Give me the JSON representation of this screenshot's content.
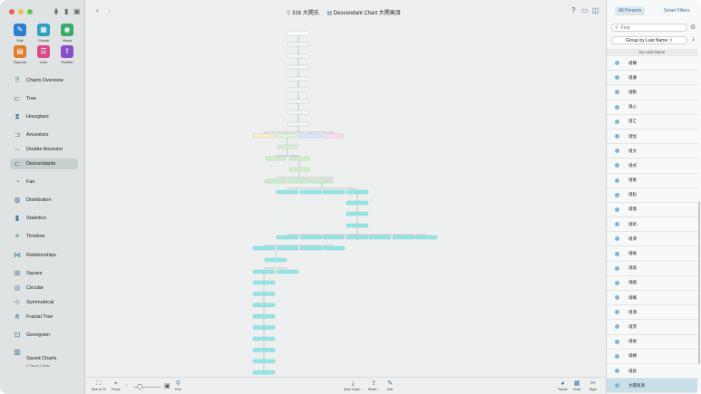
{
  "window": {
    "title_prefix": "⚲",
    "title_name": "316 大閔氏",
    "chart_title": "Descendant Chart 大閔高濟"
  },
  "sidebar": {
    "toolbar_icons": [
      "tag-icon",
      "bookmark-icon",
      "window-icon"
    ],
    "quick_actions": [
      {
        "label": "Edit",
        "icon": "pencil-icon",
        "color": "#2f7fd0",
        "glyph": "✎"
      },
      {
        "label": "Charts",
        "icon": "charts-icon",
        "color": "#2f9fc0",
        "glyph": "▦"
      },
      {
        "label": "Views",
        "icon": "eye-icon",
        "color": "#3aaa6a",
        "glyph": "◉"
      },
      {
        "label": "Reports",
        "icon": "reports-icon",
        "color": "#e07e2e",
        "glyph": "▤"
      },
      {
        "label": "Lists",
        "icon": "lists-icon",
        "color": "#d84a8a",
        "glyph": "☰"
      },
      {
        "label": "Publish",
        "icon": "publish-icon",
        "color": "#8a4fc8",
        "glyph": "⇪"
      }
    ],
    "items": [
      {
        "label": "Charts Overview",
        "icon": "grid-icon",
        "glyph": "⠿"
      },
      {
        "label": "Tree",
        "icon": "tree-icon",
        "glyph": "⊏"
      },
      {
        "label": "Hourglass",
        "icon": "hourglass-icon",
        "glyph": "⧗"
      },
      {
        "label": "Ancestors",
        "icon": "ancestors-icon",
        "glyph": "⊐"
      },
      {
        "label": "Double Ancestor",
        "icon": "double-ancestor-icon",
        "glyph": "⇔"
      },
      {
        "label": "Descendants",
        "icon": "descendants-icon",
        "glyph": "⊏"
      },
      {
        "label": "Fan",
        "icon": "fan-icon",
        "glyph": "◔"
      },
      {
        "label": "Distribution",
        "icon": "distribution-icon",
        "glyph": "◍"
      },
      {
        "label": "Statistics",
        "icon": "statistics-icon",
        "glyph": "▮"
      },
      {
        "label": "Timeline",
        "icon": "timeline-icon",
        "glyph": "≡"
      },
      {
        "label": "Relationships",
        "icon": "relationships-icon",
        "glyph": "⋈"
      },
      {
        "label": "Square",
        "icon": "square-icon",
        "glyph": "⊞"
      },
      {
        "label": "Circular",
        "icon": "circular-icon",
        "glyph": "◎"
      },
      {
        "label": "Symmetrical",
        "icon": "symmetrical-icon",
        "glyph": "⊹"
      },
      {
        "label": "Fractal Tree",
        "icon": "fractal-tree-icon",
        "glyph": "⋔"
      },
      {
        "label": "Genogram",
        "icon": "genogram-icon",
        "glyph": "⊡"
      },
      {
        "label": "Saved Charts",
        "icon": "saved-charts-icon",
        "glyph": "▥",
        "sub": "0 Saved Charts"
      }
    ],
    "selected": "Descendants"
  },
  "topbar": {
    "back": "‹",
    "forward": "›",
    "help": "?",
    "icons": [
      "help-icon",
      "window-icon",
      "sidebar-right-icon"
    ]
  },
  "bottombar": {
    "left": [
      {
        "label": "Size to Fit",
        "icon": "size-to-fit-icon",
        "glyph": "⛶"
      },
      {
        "label": "Focus",
        "icon": "focus-icon",
        "glyph": "⌖"
      }
    ],
    "find": {
      "label": "Find",
      "glyph": "⚲"
    },
    "zoom": {
      "level": 0.22
    },
    "middle": [
      {
        "label": "Save Chart...",
        "icon": "save-chart-icon",
        "glyph": "⤓"
      },
      {
        "label": "Share...",
        "icon": "share-icon",
        "glyph": "⇪"
      },
      {
        "label": "Edit",
        "icon": "edit-icon",
        "glyph": "✎"
      }
    ],
    "right": [
      {
        "label": "Theme",
        "icon": "theme-icon",
        "glyph": "◕"
      },
      {
        "label": "Chart",
        "icon": "chart-icon",
        "glyph": "▦"
      },
      {
        "label": "Style",
        "icon": "style-icon",
        "glyph": "✂"
      }
    ]
  },
  "right_panel": {
    "tabs": [
      "All Persons",
      "Smart Filters"
    ],
    "search_placeholder": "Find",
    "group_by": "Group by Last Name",
    "section": "No Last Name",
    "persons": [
      "埈構",
      "埈濂",
      "埈勳",
      "埈心",
      "埈汇",
      "埈恒",
      "埈文",
      "埈式",
      "埈衡",
      "埈稻",
      "埈億",
      "埈劍",
      "埈清",
      "埈植",
      "埈鎬",
      "埈嗣",
      "埈輔",
      "埈湧",
      "埈茂",
      "埈裕",
      "埈緒",
      "埈欽",
      "大閔高濟"
    ],
    "selected": "大閔高濟"
  }
}
